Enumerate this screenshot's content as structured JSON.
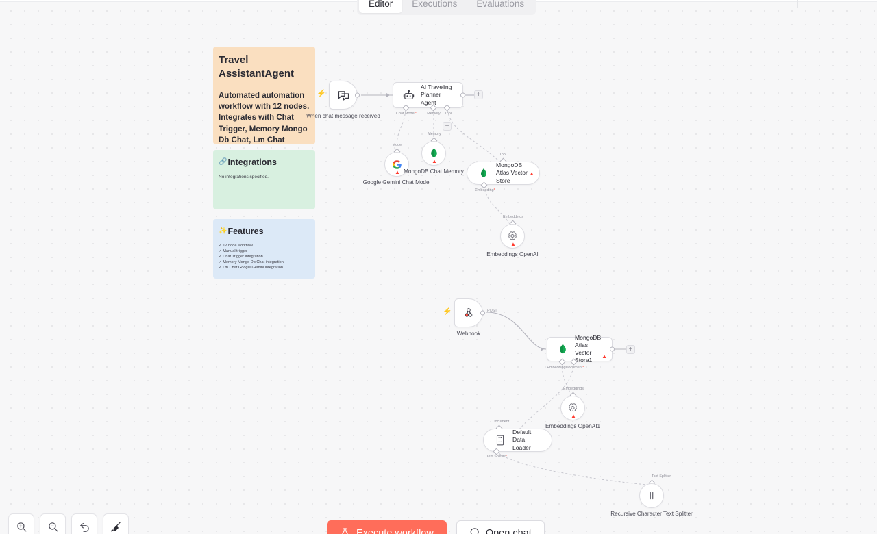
{
  "header": {
    "tabs": [
      {
        "label": "Editor",
        "active": true
      },
      {
        "label": "Executions",
        "active": false
      },
      {
        "label": "Evaluations",
        "active": false
      }
    ]
  },
  "sticky_notes": {
    "overview": {
      "title": "Travel AssistantAgent",
      "body": "Automated automation workflow with 12 nodes. Integrates with Chat Trigger, Memory Mongo Db Chat, Lm Chat Google Gemini and",
      "color": "#fadfc0"
    },
    "integrations": {
      "icon": "link-icon",
      "title": "Integrations",
      "body": "No integrations specified.",
      "color": "#d8f0e0"
    },
    "features": {
      "icon": "sparkles-icon",
      "title": "Features",
      "items": [
        "12 node workflow",
        "Manual trigger",
        "Chat Trigger integration",
        "Memory Mongo Db Chat integration",
        "Lm Chat Google Gemini integration"
      ],
      "color": "#dce9f7"
    }
  },
  "canvas": {
    "nodes": [
      {
        "id": "chat-trigger",
        "label": "When chat message received",
        "icon": "chat-bubbles-icon",
        "shape": "trigger",
        "has_bolt": true
      },
      {
        "id": "ai-agent",
        "title": "AI Traveling Planner Agent",
        "icon": "robot-icon",
        "shape": "wide",
        "ports": [
          {
            "label": "Chat Model",
            "required": true
          },
          {
            "label": "Memory",
            "required": false
          },
          {
            "label": "Tool",
            "required": false
          }
        ]
      },
      {
        "id": "gemini-chat-model",
        "label": "Google Gemini Chat Model",
        "icon": "google-g-icon",
        "shape": "round",
        "has_warning": true,
        "port_label": "Model"
      },
      {
        "id": "mongodb-chat-memory",
        "label": "MongoDB Chat Memory",
        "icon": "mongodb-leaf-icon",
        "shape": "round",
        "has_warning": true,
        "port_label": "Memory"
      },
      {
        "id": "mongodb-vector-store",
        "title": "MongoDB Atlas Vector Store",
        "icon": "mongodb-leaf-icon",
        "shape": "pill",
        "has_warning": true,
        "port_label": "Tool",
        "ports": [
          {
            "label": "Embedding",
            "required": true
          }
        ]
      },
      {
        "id": "embeddings-openai",
        "label": "Embeddings OpenAI",
        "icon": "openai-icon",
        "shape": "round",
        "has_warning": true,
        "port_label": "Embeddings"
      },
      {
        "id": "webhook",
        "label": "Webhook",
        "icon": "webhook-icon",
        "shape": "trigger",
        "has_bolt": true,
        "output_label": "POST"
      },
      {
        "id": "mongodb-vector-store-1",
        "title": "MongoDB Atlas Vector Store1",
        "icon": "mongodb-leaf-icon",
        "shape": "rect",
        "has_warning": true,
        "ports": [
          {
            "label": "Embedding",
            "required": false
          },
          {
            "label": "Document",
            "required": true
          }
        ]
      },
      {
        "id": "embeddings-openai-1",
        "label": "Embeddings OpenAI1",
        "icon": "openai-icon",
        "shape": "round",
        "has_warning": true,
        "port_label": "Embeddings"
      },
      {
        "id": "default-data-loader",
        "title": "Default Data Loader",
        "icon": "document-icon",
        "shape": "pill",
        "port_label": "Document",
        "ports": [
          {
            "label": "Text Splitter",
            "required": true
          }
        ]
      },
      {
        "id": "recursive-text-splitter",
        "label": "Recursive Character Text Splitter",
        "icon": "split-bars-icon",
        "shape": "round",
        "port_label": "Text Splitter"
      }
    ]
  },
  "toolbar": {
    "zoom_in": "zoom-in-icon",
    "zoom_out": "zoom-out-icon",
    "reset_zoom": "reset-zoom-icon",
    "tidy_up": "tidy-up-icon"
  },
  "actions": {
    "execute_label": "Execute workflow",
    "execute_icon": "flask-icon",
    "execute_color": "#ff6d5a",
    "chat_label": "Open chat",
    "chat_icon": "chat-icon"
  }
}
